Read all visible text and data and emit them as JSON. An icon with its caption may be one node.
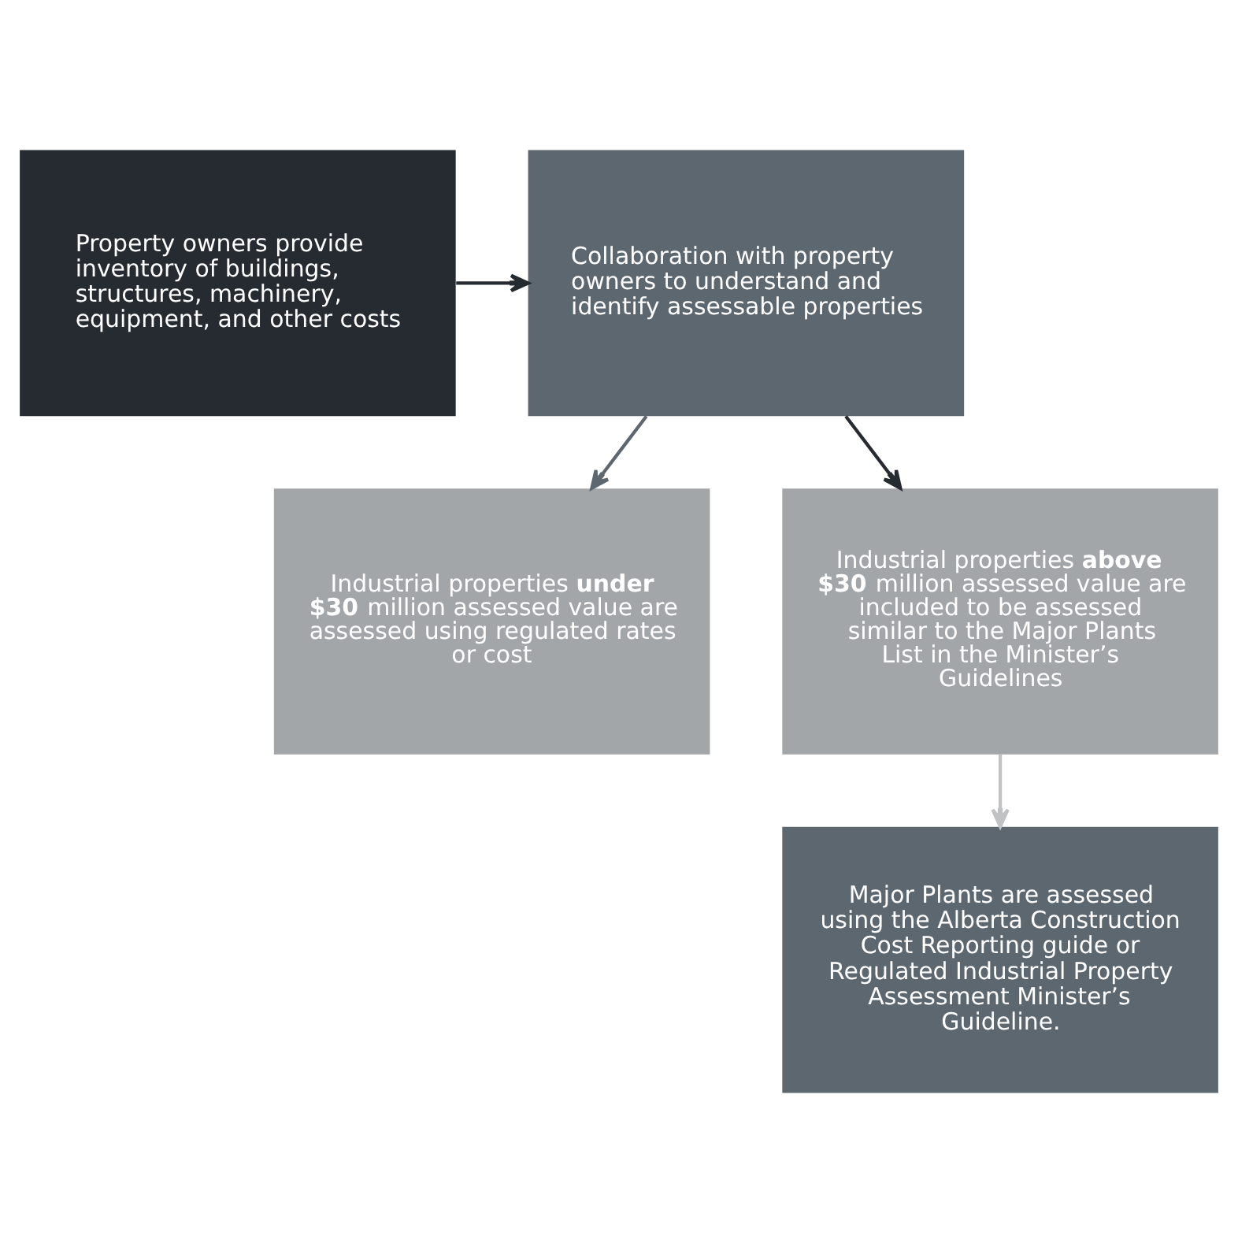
{
  "diagram": {
    "nodes": [
      {
        "text": [
          "Property owners provide inventory of buildings, structures, machinery, equipment, and other costs"
        ]
      },
      {
        "text": [
          "Collaboration with property owners to understand and identify assessable properties"
        ]
      },
      {
        "text": [
          "Industrial properties **under $30** million assessed value are assessed using regulated rates or cost"
        ]
      },
      {
        "text": [
          "Industrial properties **above $30** million assessed value are included to be assessed similar to the Major Plants List in the Minister’s Guidelines"
        ]
      },
      {
        "text": [
          "Major Plants are assessed using the Alberta Construction Cost Reporting guide or Regulated Industrial Property Assessment Minister’s Guideline."
        ]
      }
    ],
    "edges": [
      {
        "from": 0,
        "to": 1,
        "arrow": "to",
        "color": "#262b31"
      },
      {
        "from": 1,
        "to": 2,
        "arrow": "to",
        "color": "#5d6770"
      },
      {
        "from": 1,
        "to": 3,
        "arrow": "to",
        "color": "#262b31"
      },
      {
        "from": 3,
        "to": 4,
        "arrow": "to",
        "color": "#c0c2c4"
      }
    ]
  }
}
